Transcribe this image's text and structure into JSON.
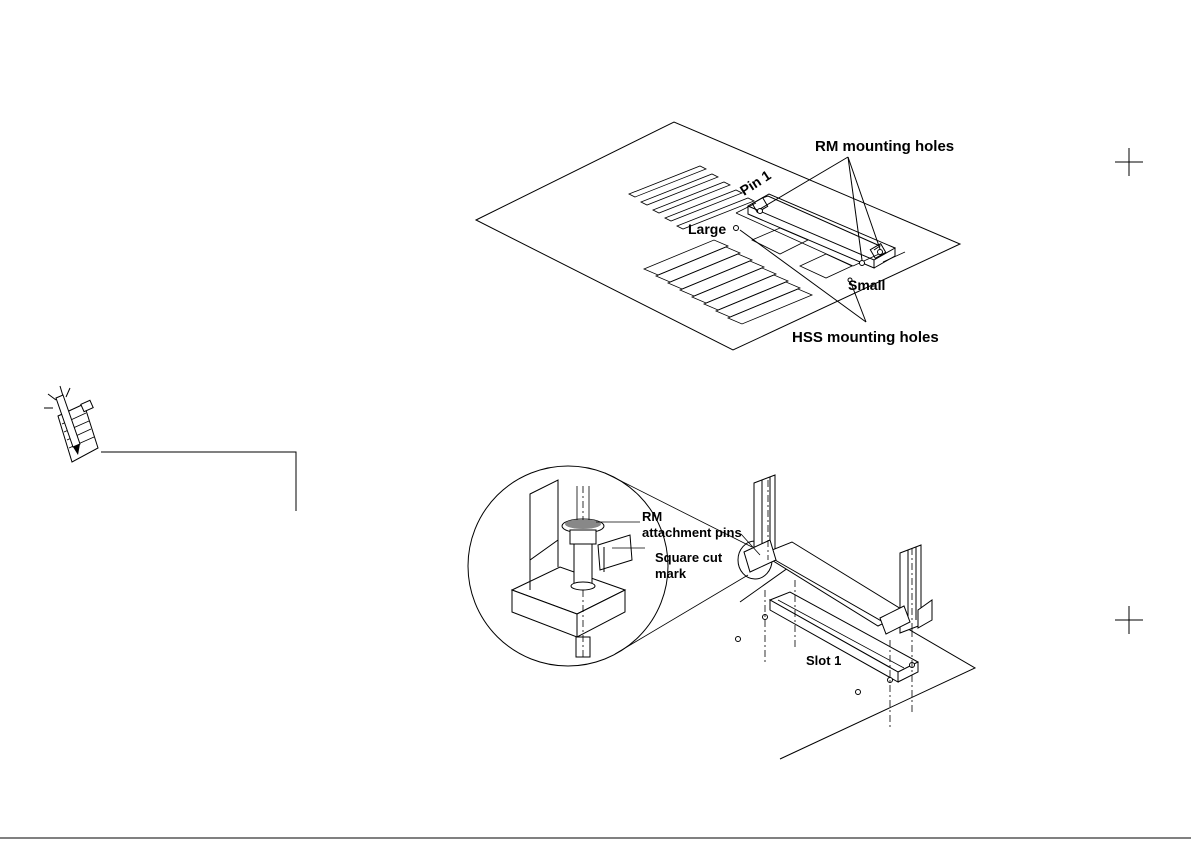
{
  "diagram_top": {
    "rm_mounting_holes": "RM mounting holes",
    "pin1": "Pin 1",
    "large": "Large",
    "small": "Small",
    "hss_mounting_holes": "HSS mounting holes"
  },
  "diagram_bottom": {
    "rm_line1": "RM",
    "rm_line2": "attachment pins",
    "square_line1": "Square cut",
    "square_line2": "mark",
    "slot1": "Slot 1"
  },
  "icons": {
    "note": "note-pencil-icon"
  }
}
